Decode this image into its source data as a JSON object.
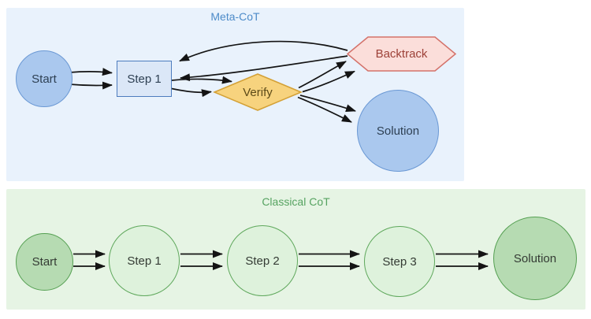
{
  "meta_cot": {
    "title": "Meta-CoT",
    "title_color": "#4d8bc9",
    "panel_bg": "#e9f2fc",
    "nodes": {
      "start": {
        "label": "Start",
        "shape": "circle",
        "fill": "#aac8ee",
        "stroke": "#6a98d4"
      },
      "step1": {
        "label": "Step 1",
        "shape": "rectangle",
        "fill": "#dbe7f7",
        "stroke": "#4d7cbe"
      },
      "verify": {
        "label": "Verify",
        "shape": "diamond",
        "fill": "#f7d37e",
        "stroke": "#d4a136"
      },
      "backtrack": {
        "label": "Backtrack",
        "shape": "hexagon",
        "fill": "#fbdeda",
        "stroke": "#d4726a"
      },
      "solution": {
        "label": "Solution",
        "shape": "circle",
        "fill": "#aac8ee",
        "stroke": "#6a98d4"
      }
    },
    "edges": [
      {
        "from": "start",
        "to": "step1",
        "count": 2
      },
      {
        "from": "step1",
        "to": "verify",
        "count": 2
      },
      {
        "from": "verify",
        "to": "backtrack",
        "count": 2
      },
      {
        "from": "verify",
        "to": "solution",
        "count": 2
      },
      {
        "from": "backtrack",
        "to": "step1",
        "count": 2,
        "style": "curved-back-edge"
      }
    ]
  },
  "classical_cot": {
    "title": "Classical CoT",
    "title_color": "#56a361",
    "panel_bg": "#e6f4e4",
    "nodes": {
      "start": {
        "label": "Start",
        "shape": "circle",
        "fill": "#b6dbb2",
        "stroke": "#55a052"
      },
      "step1": {
        "label": "Step 1",
        "shape": "circle",
        "fill": "#def2dc",
        "stroke": "#5fa85c"
      },
      "step2": {
        "label": "Step 2",
        "shape": "circle",
        "fill": "#def2dc",
        "stroke": "#5fa85c"
      },
      "step3": {
        "label": "Step 3",
        "shape": "circle",
        "fill": "#def2dc",
        "stroke": "#5fa85c"
      },
      "solution": {
        "label": "Solution",
        "shape": "circle",
        "fill": "#b6dbb2",
        "stroke": "#55a052"
      }
    },
    "edges": [
      {
        "from": "start",
        "to": "step1",
        "count": 2
      },
      {
        "from": "step1",
        "to": "step2",
        "count": 2
      },
      {
        "from": "step2",
        "to": "step3",
        "count": 2
      },
      {
        "from": "step3",
        "to": "solution",
        "count": 2
      }
    ],
    "edge_color": "#141414"
  }
}
